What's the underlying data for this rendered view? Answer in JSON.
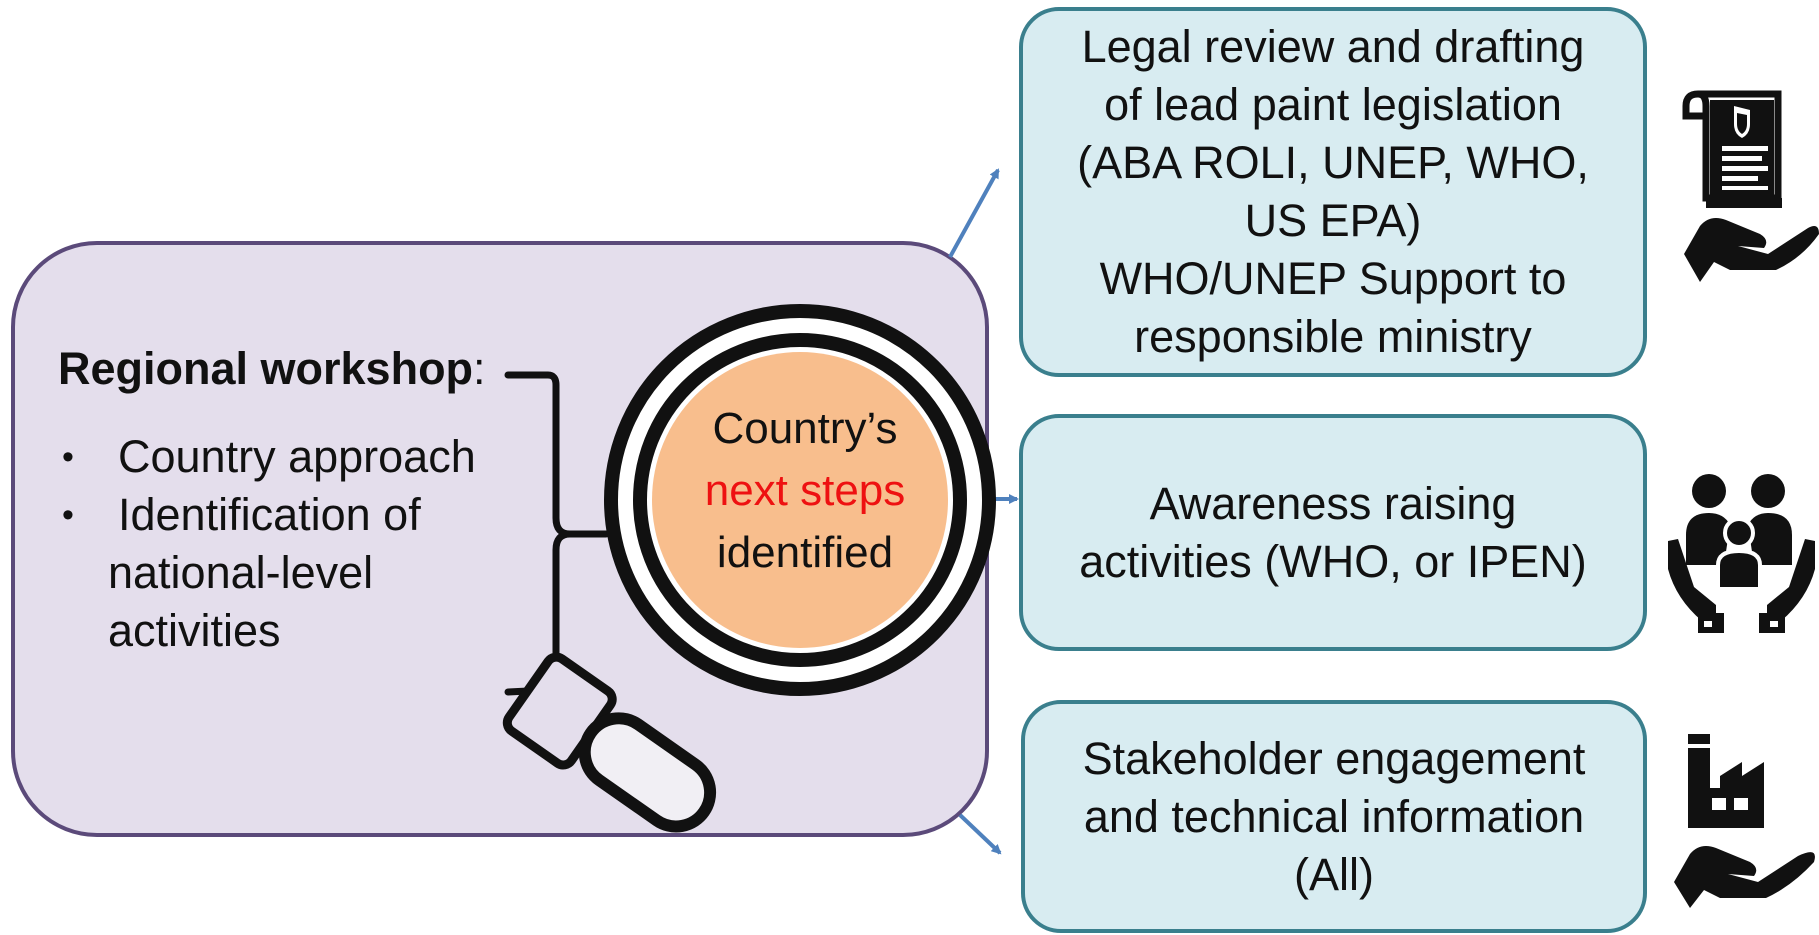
{
  "workshop": {
    "title": "Regional workshop",
    "title_suffix": ":",
    "bullet_glyph": "•",
    "bullets": [
      "Country approach",
      "Identification of national-level activities"
    ]
  },
  "lens": {
    "line1": "Country’s",
    "line2_highlight": "next steps",
    "line3": "identified",
    "highlight_color": "#ee1111"
  },
  "actions": [
    {
      "lines": [
        "Legal review and drafting",
        "of lead paint legislation",
        "(ABA ROLI, UNEP, WHO,",
        "US EPA)",
        "WHO/UNEP Support to",
        "responsible ministry"
      ],
      "icon": "legal-document-hand-icon"
    },
    {
      "lines": [
        "Awareness raising",
        "activities (WHO, or IPEN)"
      ],
      "icon": "family-care-hands-icon"
    },
    {
      "lines": [
        "Stakeholder engagement",
        "and technical information",
        "(All)"
      ],
      "icon": "factory-hand-icon"
    }
  ],
  "colors": {
    "workshop_fill": "#e4deec",
    "workshop_border": "#5b4a7a",
    "action_fill": "#d8ecf1",
    "action_border": "#3a7f8d",
    "lens_fill": "#f8be8d",
    "arrow": "#4f81bd"
  }
}
